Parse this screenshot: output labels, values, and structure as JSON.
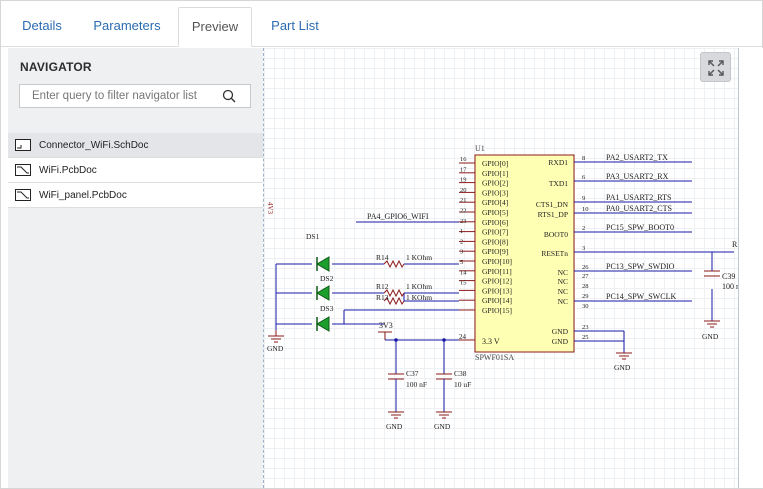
{
  "tabs": [
    {
      "label": "Details"
    },
    {
      "label": "Parameters"
    },
    {
      "label": "Preview"
    },
    {
      "label": "Part List"
    }
  ],
  "navigator": {
    "title": "NAVIGATOR",
    "search_placeholder": "Enter query to filter navigator list",
    "items": [
      {
        "label": "Connector_WiFi.SchDoc",
        "icon": "schematic-doc-icon"
      },
      {
        "label": "WiFi.PcbDoc",
        "icon": "pcb-doc-icon"
      },
      {
        "label": "WiFi_panel.PcbDoc",
        "icon": "pcb-doc-icon"
      }
    ]
  },
  "schematic": {
    "designator": "U1",
    "part_name": "SPWF01SA",
    "left_pins": [
      "GPIO[0]",
      "GPIO[1]",
      "GPIO[2]",
      "GPIO[3]",
      "GPIO[4]",
      "GPIO[5]",
      "GPIO[6]",
      "GPIO[7]",
      "GPIO[8]",
      "GPIO[9]",
      "GPIO[10]",
      "GPIO[11]",
      "GPIO[12]",
      "GPIO[13]",
      "GPIO[14]",
      "GPIO[15]"
    ],
    "left_pin_nums": [
      "16",
      "17",
      "19",
      "20",
      "21",
      "22",
      "23",
      "1",
      "2",
      "3",
      "5",
      "14",
      "15"
    ],
    "supply_pin": "3.3 V",
    "supply_pin_num": "24",
    "right_pins": [
      "RXD1",
      "TXD1",
      "CTS1_DN",
      "RTS1_DP",
      "BOOT0",
      "RESETn",
      "NC",
      "NC",
      "NC",
      "NC",
      "GND",
      "GND"
    ],
    "right_pin_nums": [
      "8",
      "6",
      "9",
      "10",
      "2",
      "3",
      "26",
      "27",
      "28",
      "29",
      "30",
      "23",
      "25"
    ],
    "net_labels": [
      "PA2_USART2_TX",
      "PA3_USART2_RX",
      "PA1_USART2_RTS",
      "PA0_USART2_CTS",
      "PC15_SPW_BOOT0",
      "PC13_SPW_SWDIO",
      "PC14_SPW_SWCLK",
      "PA4_GPIO6_WIFI"
    ],
    "components": {
      "ds1": "DS1",
      "ds2": "DS2",
      "ds3": "DS3",
      "r14": "R14",
      "r12": "R12",
      "r13": "R13",
      "r_value": "1 KOhm",
      "c37": "C37",
      "c37_val": "100 nF",
      "c38": "C38",
      "c38_val": "10 uF",
      "c39": "C39",
      "c39_val": "100 n",
      "power": "3V3",
      "gnd": "GND",
      "r_partial": "R",
      "left_partial": "4V3"
    }
  },
  "colors": {
    "wire": "#1a1aa6",
    "component": "#8b1a1a",
    "body_fill": "#ffffb4",
    "led_fill": "#1c9e2c",
    "tab_link": "#2b6cb0"
  }
}
